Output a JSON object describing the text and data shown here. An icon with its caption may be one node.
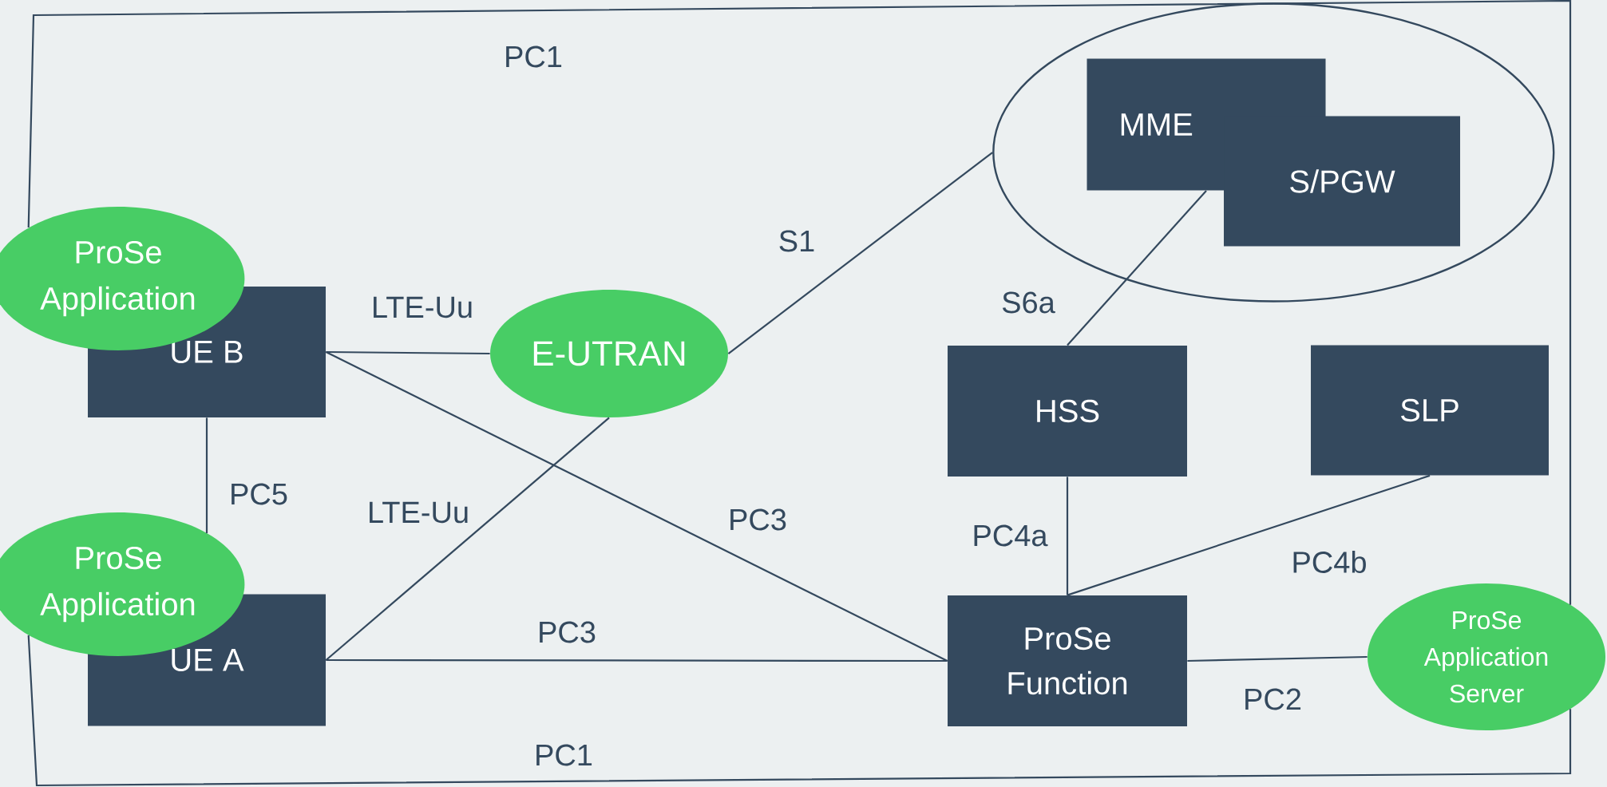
{
  "diagram": {
    "nodes": [
      {
        "text": [
          "ProSe Application"
        ]
      },
      {
        "text": [
          "UE B"
        ]
      },
      {
        "text": [
          "ProSe Application"
        ]
      },
      {
        "text": [
          "UE A"
        ]
      },
      {
        "text": [
          "E-UTRAN"
        ]
      },
      {
        "text": [],
        "shape": "ellipse"
      },
      {
        "text": [
          "MME"
        ],
        "in": 5
      },
      {
        "text": [
          "S/PGW"
        ],
        "in": 5
      },
      {
        "text": [
          "HSS"
        ]
      },
      {
        "text": [
          "SLP"
        ]
      },
      {
        "text": [
          "ProSe Function"
        ]
      },
      {
        "text": [
          "ProSe Application Server"
        ]
      }
    ],
    "edges": [
      {
        "from": 0,
        "to": 11,
        "arrow": "none",
        "label": "PC1"
      },
      {
        "from": 1,
        "to": 4,
        "arrow": "none",
        "label": "LTE-Uu"
      },
      {
        "from": 4,
        "to": 5,
        "arrow": "none",
        "label": "S1"
      },
      {
        "from": 6,
        "to": 8,
        "arrow": "none",
        "label": "S6a"
      },
      {
        "from": 1,
        "to": 2,
        "arrow": "none",
        "label": "PC5"
      },
      {
        "from": 1,
        "to": 10,
        "arrow": "none",
        "label": "PC3"
      },
      {
        "from": 3,
        "to": 4,
        "arrow": "none",
        "label": "LTE-Uu"
      },
      {
        "from": 3,
        "to": 10,
        "arrow": "none",
        "label": "PC3"
      },
      {
        "from": 8,
        "to": 10,
        "arrow": "none",
        "label": "PC4a"
      },
      {
        "from": 9,
        "to": 10,
        "arrow": "none",
        "label": "PC4b"
      },
      {
        "from": 10,
        "to": 11,
        "arrow": "none",
        "label": "PC2"
      },
      {
        "from": 2,
        "to": 11,
        "arrow": "none",
        "label": "PC1"
      }
    ]
  }
}
